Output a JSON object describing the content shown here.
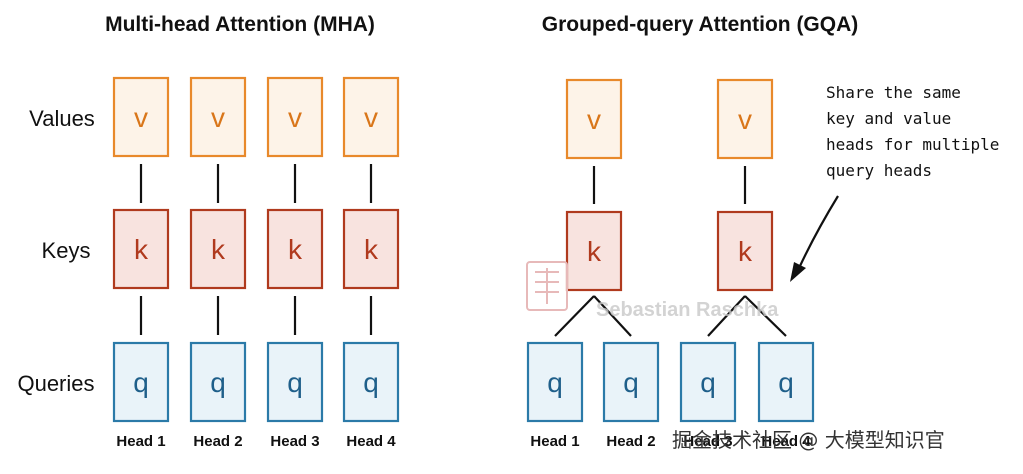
{
  "mha": {
    "title": "Multi-head Attention (MHA)",
    "row_labels": {
      "values": "Values",
      "keys": "Keys",
      "queries": "Queries"
    },
    "value_letter": "v",
    "key_letter": "k",
    "query_letter": "q",
    "heads": [
      "Head 1",
      "Head 2",
      "Head 3",
      "Head 4"
    ]
  },
  "gqa": {
    "title": "Grouped-query Attention (GQA)",
    "value_letter": "v",
    "key_letter": "k",
    "query_letter": "q",
    "heads": [
      "Head 1",
      "Head 2",
      "Head 3",
      "Head 4"
    ],
    "annotation": [
      "Share the same",
      "key and value",
      "heads for multiple",
      "query heads"
    ]
  },
  "watermark": {
    "author": "Sebastian Raschka",
    "platform": "掘金技术社区 @ 大模型知识官"
  },
  "colors": {
    "value_stroke": "#e8892b",
    "value_fill": "#fdf3e8",
    "key_stroke": "#b03a1e",
    "key_fill": "#f8e3df",
    "query_stroke": "#2b7aa8",
    "query_fill": "#e9f3f9",
    "value_text": "#d9761a",
    "key_text": "#b03a1e",
    "query_text": "#1f5f8a"
  }
}
